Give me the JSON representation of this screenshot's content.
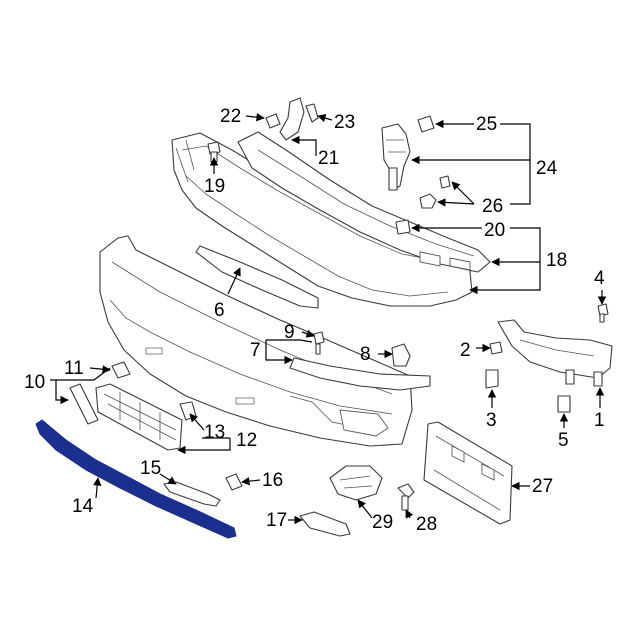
{
  "callouts": {
    "c1": "1",
    "c2": "2",
    "c3": "3",
    "c4": "4",
    "c5": "5",
    "c6": "6",
    "c7": "7",
    "c8": "8",
    "c9": "9",
    "c10": "10",
    "c11": "11",
    "c12": "12",
    "c13": "13",
    "c14": "14",
    "c15": "15",
    "c16": "16",
    "c17": "17",
    "c18": "18",
    "c19": "19",
    "c20": "20",
    "c21": "21",
    "c22": "22",
    "c23": "23",
    "c24": "24",
    "c25": "25",
    "c26": "26",
    "c27": "27",
    "c28": "28",
    "c29": "29"
  },
  "colors": {
    "highlight": "#1b2f8f",
    "line": "#3a3a3a"
  },
  "highlighted_part": "14"
}
